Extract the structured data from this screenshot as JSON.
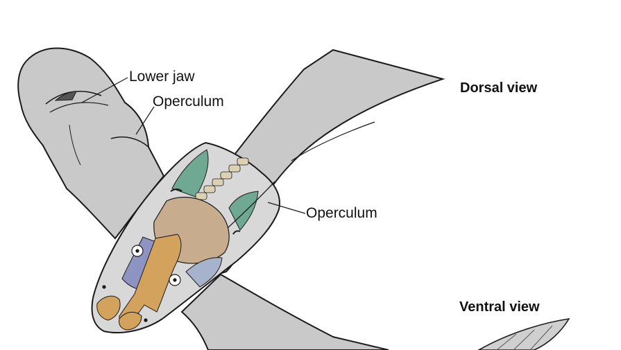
{
  "labels": {
    "lower_jaw": "Lower jaw",
    "operculum_left": "Operculum",
    "operculum_right": "Operculum",
    "dorsal_view": "Dorsal view",
    "ventral_view": "Ventral view"
  },
  "colors": {
    "body_fill": "#c9c9c9",
    "outline": "#1a1a1a",
    "cranium": "#c7ac8e",
    "jaw_bone": "#d3a25c",
    "gill": "#6fa993",
    "neural_arch": "#ddd1b4",
    "ventral_bone": "#8e94c2",
    "ventral_bone_light": "#a7b3cc",
    "eye": "#ffffff",
    "fin_stripe": "#555555"
  },
  "icons": [
    "eye-left-icon",
    "eye-right-icon"
  ]
}
